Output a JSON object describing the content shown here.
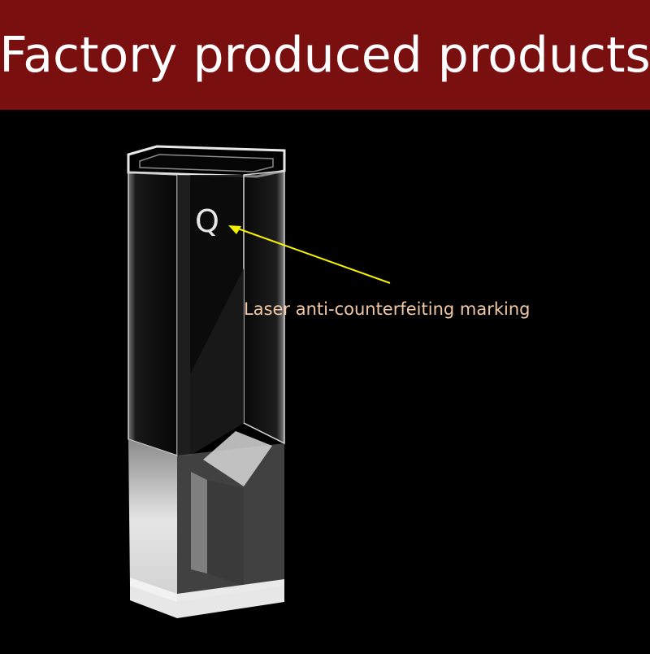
{
  "banner": {
    "title": "Factory produced products",
    "background_color": "#7a0f10",
    "text_color": "#ffffff"
  },
  "product": {
    "mark_letter": "Q",
    "callout_text": "Laser anti-counterfeiting marking",
    "callout_color": "#f1c9a6",
    "arrow_color": "#f5f000"
  }
}
